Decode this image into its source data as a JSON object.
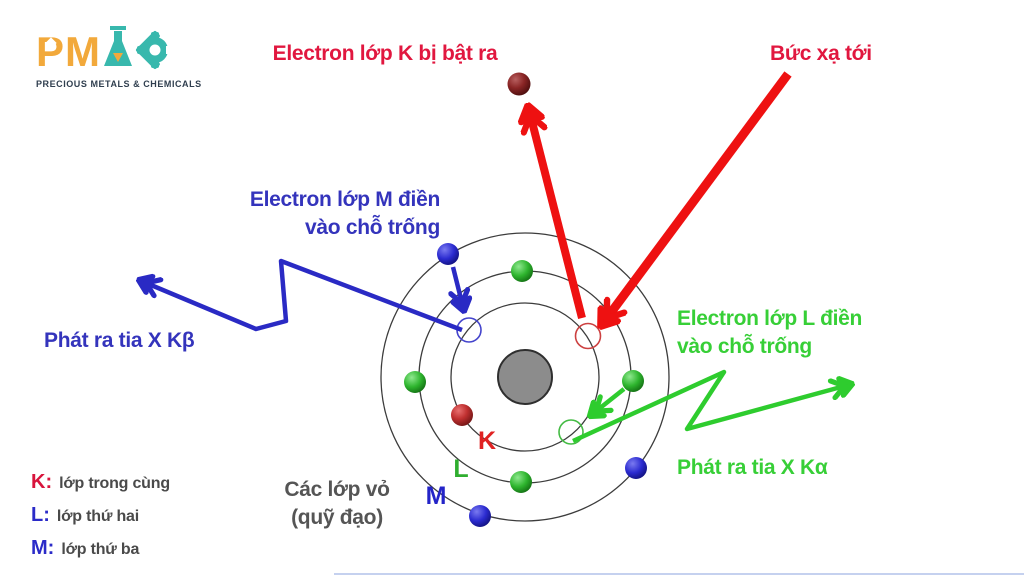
{
  "logo": {
    "letters": "PM",
    "tagline": "PRECIOUS METALS & CHEMICALS"
  },
  "labels": {
    "ejected_electron": "Electron lớp K bị bật ra",
    "incoming_radiation": "Bức xạ tới",
    "m_shell_fill_line1": "Electron lớp M điền",
    "m_shell_fill_line2": "vào chỗ trống",
    "l_shell_fill_line1": "Electron lớp L điền",
    "l_shell_fill_line2": "vào chỗ trống",
    "x_ray_kbeta": "Phát ra tia X Kβ",
    "x_ray_kalpha": "Phát ra tia X Kα",
    "shells_caption_line1": "Các lớp vỏ",
    "shells_caption_line2": "(quỹ đạo)"
  },
  "shell_letters": {
    "k": "K",
    "l": "L",
    "m": "M"
  },
  "legend": {
    "items": [
      {
        "key": "K:",
        "label": "lớp trong cùng"
      },
      {
        "key": "L:",
        "label": "lớp thứ hai"
      },
      {
        "key": "M:",
        "label": "lớp thứ ba"
      }
    ]
  },
  "colors": {
    "red_text": "#E1173F",
    "red_arrow": "#EE1111",
    "blue": "#3434BC",
    "green": "#37CF37",
    "gray_text": "#555555",
    "legend_key_red": "#D8143C",
    "legend_key_blue": "#2B2BC8",
    "nucleus_gray": "#8C8C8C",
    "logo_orange": "#F2A93B",
    "logo_teal": "#38B8AD"
  }
}
